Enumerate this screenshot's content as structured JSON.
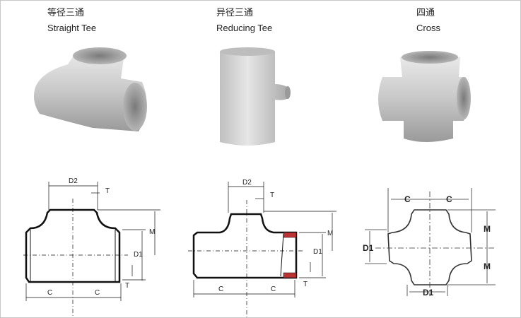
{
  "items": [
    {
      "name_cn": "等径三通",
      "name_en": "Straight Tee",
      "labels": {
        "d2": "D2",
        "t": "T",
        "m": "M",
        "d1": "D1",
        "c_left": "C",
        "c_right": "C",
        "t_bottom": "T"
      }
    },
    {
      "name_cn": "异径三通",
      "name_en": "Reducing Tee",
      "labels": {
        "d2": "D2",
        "t": "T",
        "m": "M",
        "d1": "D1",
        "c_left": "C",
        "c_right": "C",
        "t_bottom": "T"
      }
    },
    {
      "name_cn": "四通",
      "name_en": "Cross",
      "labels": {
        "c_left": "C",
        "c_right": "C",
        "m_top": "M",
        "m_bottom": "M",
        "d1_left": "D1",
        "d1_bottom": "D1"
      }
    }
  ],
  "colors": {
    "metal_light": "#e4e4e4",
    "metal_dark": "#8e8e8e",
    "line": "#111111"
  }
}
